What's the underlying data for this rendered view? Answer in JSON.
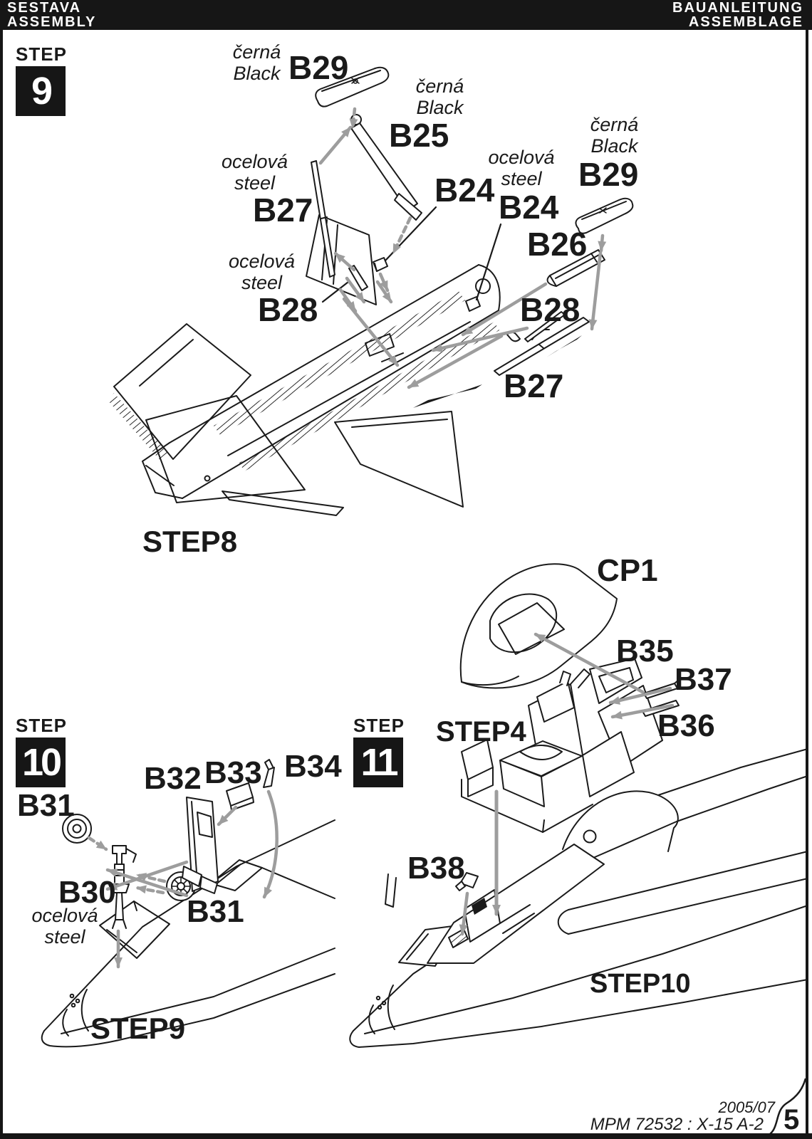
{
  "header": {
    "left_top": "SESTAVA",
    "left_bottom": "ASSEMBLY",
    "right_top": "BAUANLEITUNG",
    "right_bottom": "ASSEMBLAGE"
  },
  "colors": {
    "ink": "#1a1a1a",
    "bar_black": "#161616",
    "arrow_gray": "#9d9d9d",
    "paper": "#ffffff"
  },
  "step9": {
    "badge_word": "STEP",
    "badge_number": "9",
    "result_ref": "STEP8",
    "callouts": {
      "b29_top": {
        "note_cz": "černá",
        "note_en": "Black",
        "part": "B29"
      },
      "b25": {
        "note_cz": "černá",
        "note_en": "Black",
        "part": "B25"
      },
      "b27_left": {
        "note_cz": "ocelová",
        "note_en": "steel",
        "part": "B27"
      },
      "b28_left": {
        "note_cz": "ocelová",
        "note_en": "steel",
        "part": "B28"
      },
      "b24_mid": {
        "part": "B24"
      },
      "b24_right": {
        "note_cz": "ocelová",
        "note_en": "steel",
        "part": "B24"
      },
      "b29_right": {
        "note_cz": "černá",
        "note_en": "Black",
        "part": "B29"
      },
      "b26": {
        "part": "B26"
      },
      "b28_right": {
        "part": "B28"
      },
      "b27_right": {
        "part": "B27"
      }
    }
  },
  "step10": {
    "badge_word": "STEP",
    "badge_number": "10",
    "result_ref": "STEP9",
    "callouts": {
      "b31_upper": {
        "part": "B31"
      },
      "b32": {
        "part": "B32"
      },
      "b33": {
        "part": "B33"
      },
      "b34": {
        "part": "B34"
      },
      "b30": {
        "part": "B30",
        "note_cz": "ocelová",
        "note_en": "steel"
      },
      "b31_lower": {
        "part": "B31"
      }
    }
  },
  "step11": {
    "badge_word": "STEP",
    "badge_number": "11",
    "subassembly_ref": "STEP4",
    "result_ref": "STEP10",
    "callouts": {
      "cp1": {
        "part": "CP1"
      },
      "b35": {
        "part": "B35"
      },
      "b37": {
        "part": "B37"
      },
      "b36": {
        "part": "B36"
      },
      "b38": {
        "part": "B38"
      }
    }
  },
  "footer": {
    "date": "2005/07",
    "kit": "MPM 72532 :  X-15 A-2",
    "page_number": "5"
  }
}
